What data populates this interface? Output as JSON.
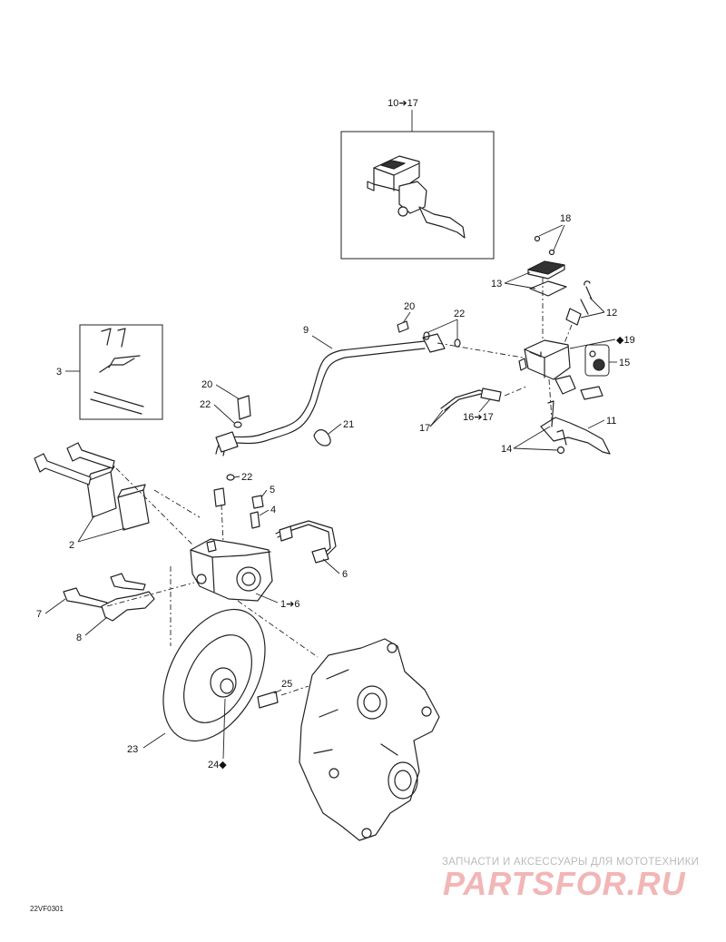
{
  "diagram": {
    "callouts": {
      "c_10_17": "10➔17",
      "c_18": "18",
      "c_13": "13",
      "c_12": "12",
      "c_19": "◆19",
      "c_15": "15",
      "c_11": "11",
      "c_14": "14",
      "c_20_top": "20",
      "c_22_top": "22",
      "c_9": "9",
      "c_3": "3",
      "c_20_mid": "20",
      "c_22_mid": "22",
      "c_21": "21",
      "c_17": "17",
      "c_16_17": "16➔17",
      "c_22_low": "22",
      "c_5": "5",
      "c_4": "4",
      "c_2": "2",
      "c_6": "6",
      "c_1_6": "1➔6",
      "c_7": "7",
      "c_8": "8",
      "c_25": "25",
      "c_23": "23",
      "c_24": "24◆"
    },
    "figure_code": "22VF0301"
  },
  "watermark": {
    "tagline": "ЗАПЧАСТИ И АКСЕССУАРЫ ДЛЯ МОТОТЕХНИКИ",
    "logo": "PARTSFOR.RU"
  }
}
